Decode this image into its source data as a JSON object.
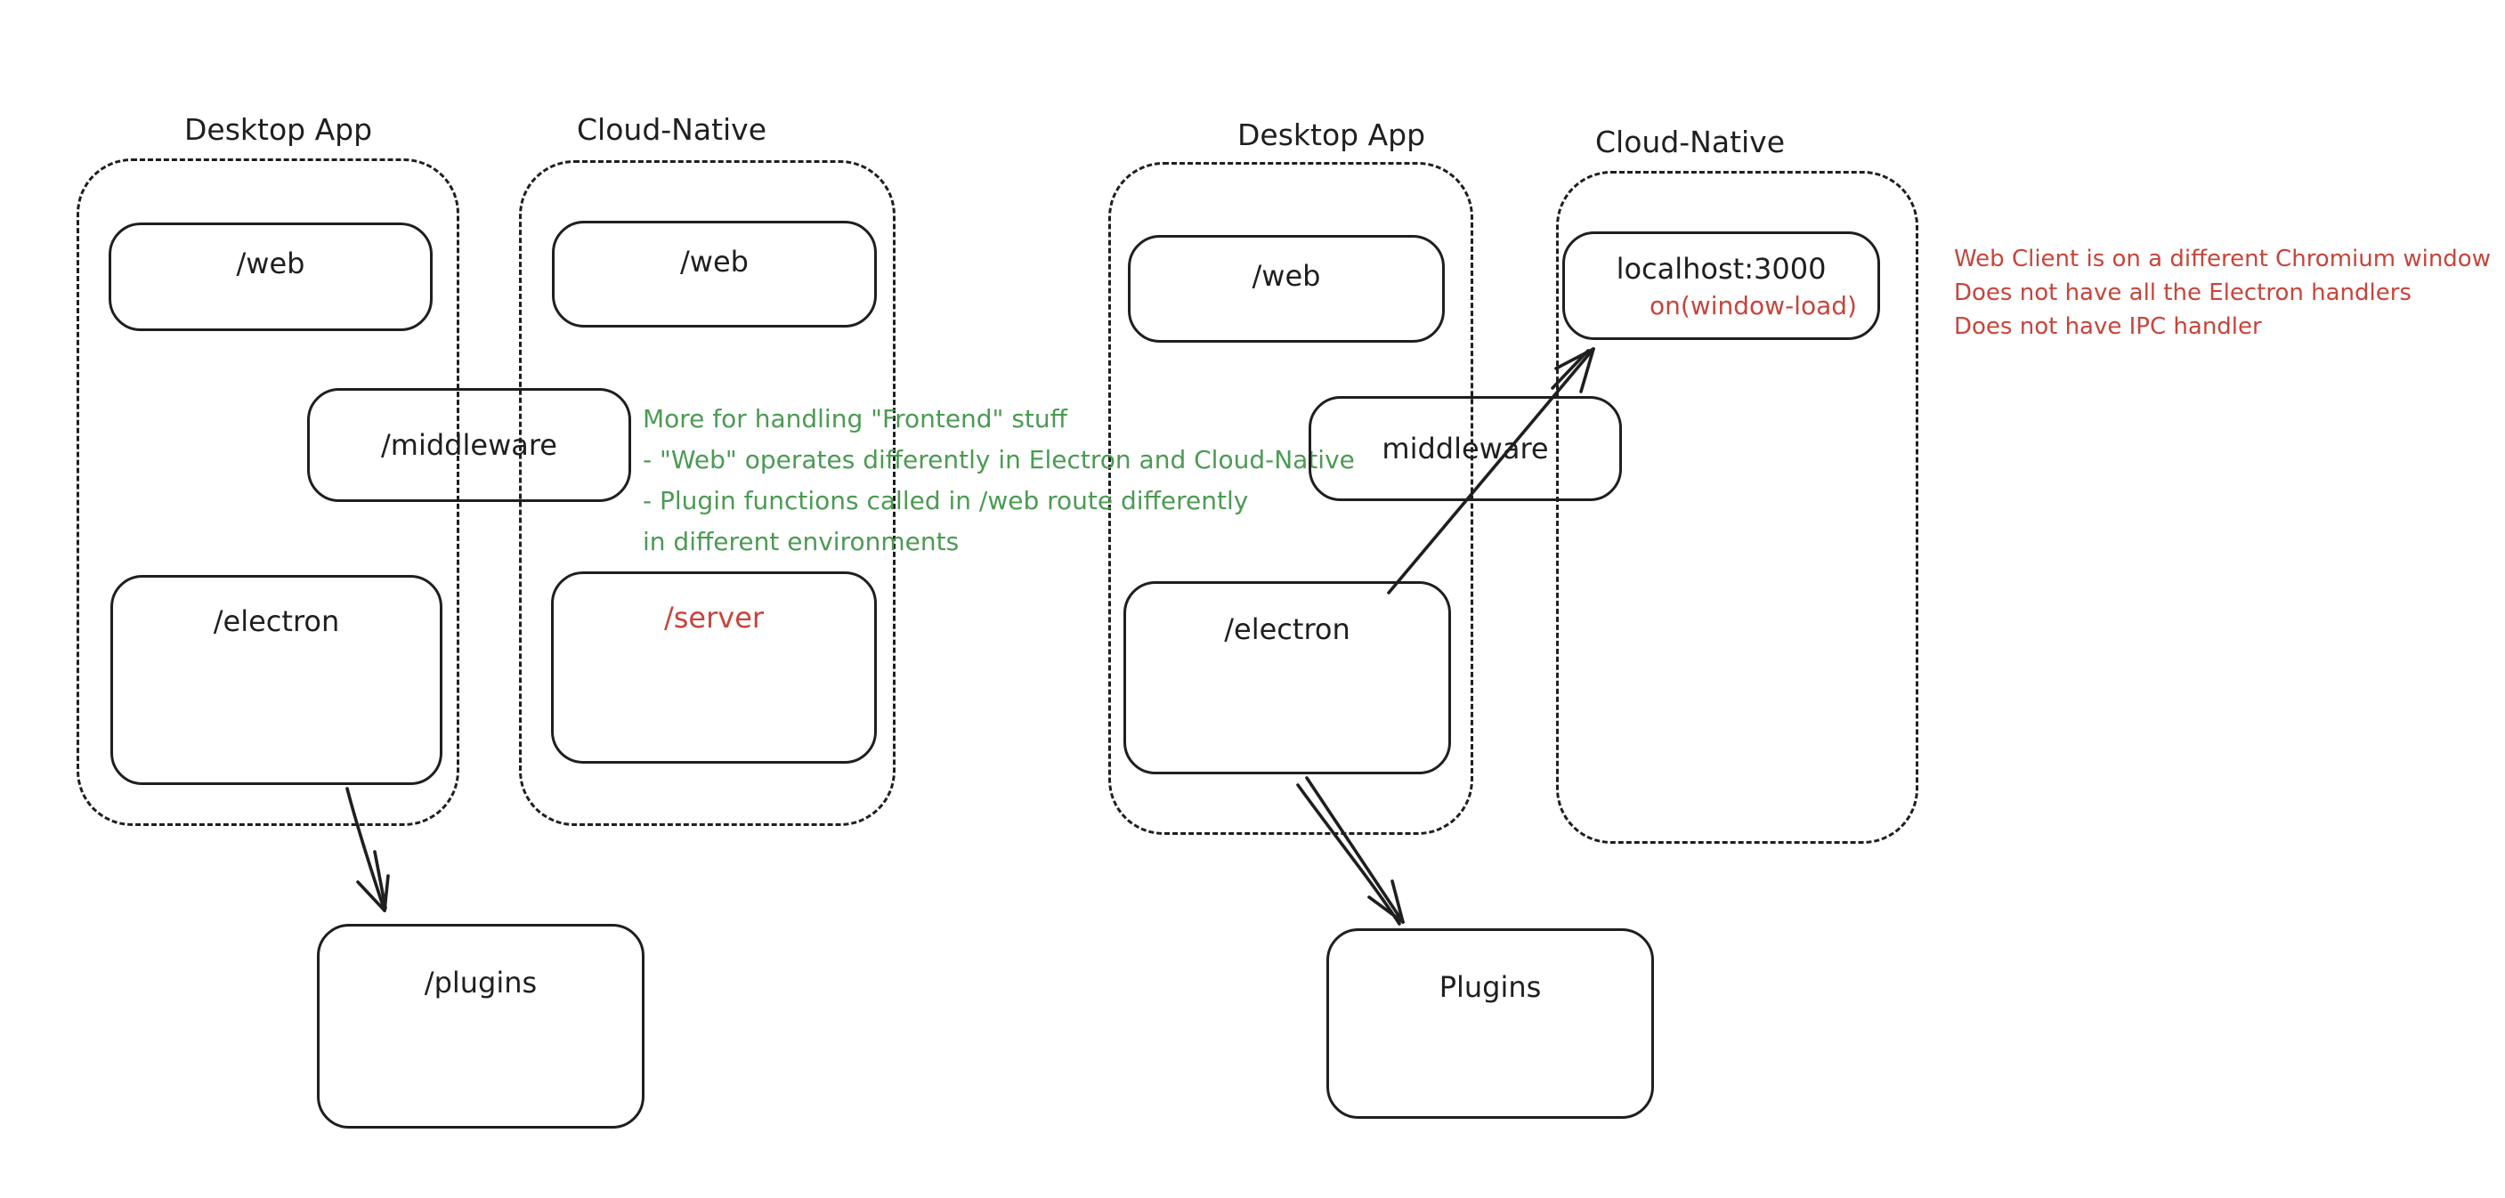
{
  "colors": {
    "stroke": "#1f1f1f",
    "red": "#c8443a",
    "green": "#4a9b52",
    "background": "#ffffff"
  },
  "left": {
    "desktop_label": "Desktop App",
    "cloud_label": "Cloud-Native",
    "web_desktop": "/web",
    "web_cloud": "/web",
    "middleware": "/middleware",
    "electron": "/electron",
    "server": "/server",
    "plugins": "/plugins",
    "note_lines": [
      "More for handling \"Frontend\" stuff",
      "- \"Web\" operates differently in Electron and Cloud-Native",
      "- Plugin functions called in /web route differently",
      "in different environments"
    ]
  },
  "right": {
    "desktop_label": "Desktop App",
    "cloud_label": "Cloud-Native",
    "web_desktop": "/web",
    "localhost_title": "localhost:3000",
    "localhost_event": "on(window-load)",
    "middleware": "middleware",
    "electron": "/electron",
    "plugins": "Plugins",
    "note_lines": [
      "Web Client is on a different Chromium window",
      "Does not have all the Electron handlers",
      "Does not have IPC handler"
    ]
  }
}
